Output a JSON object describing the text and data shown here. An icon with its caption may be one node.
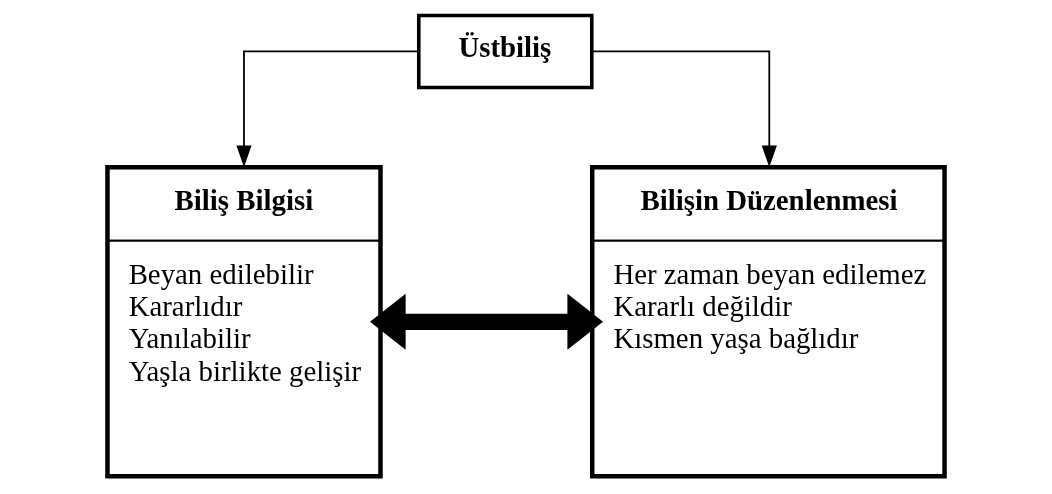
{
  "diagram": {
    "nodes": [
      {
        "text": [
          "Üstbiliş"
        ]
      },
      {
        "text": [
          "Biliş Bilgisi",
          "Beyan edilebilir",
          "Kararlıdır",
          "Yanılabilir",
          "Yaşla birlikte gelişir"
        ]
      },
      {
        "text": [
          "Bilişin Düzenlenmesi",
          "Her zaman beyan edilemez",
          "Kararlı değildir",
          "Kısmen yaşa bağlıdır"
        ]
      }
    ],
    "edges": [
      {
        "from": 0,
        "to": 1,
        "arrow": "to"
      },
      {
        "from": 0,
        "to": 2,
        "arrow": "to"
      },
      {
        "from": 1,
        "to": 2,
        "arrow": "both",
        "style": "thick"
      }
    ]
  }
}
